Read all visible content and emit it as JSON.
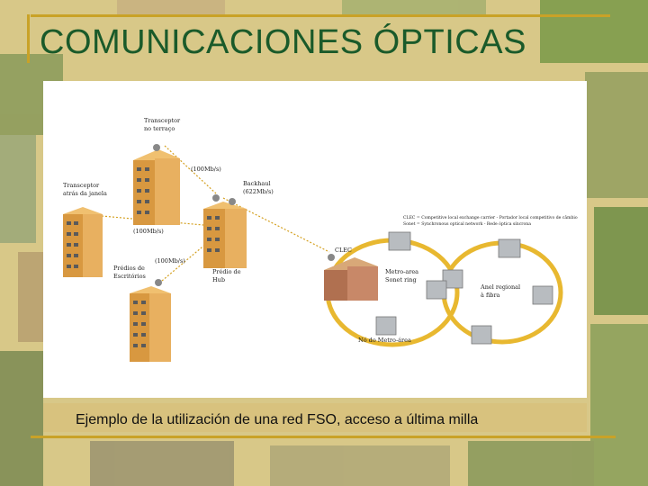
{
  "slide": {
    "title": "COMUNICACIONES ÓPTICAS",
    "caption": "Ejemplo de la utilización de una red FSO, acceso a última milla"
  },
  "diagram": {
    "labels": {
      "roof_transceiver_1": "Transceptor",
      "roof_transceiver_2": "no terraço",
      "window_transceiver_1": "Transceptor",
      "window_transceiver_2": "atrás da janela",
      "link_top": "(100Mb/s)",
      "link_left": "(100Mb/s)",
      "link_bottom": "(100Mb/s)",
      "backhaul_1": "Backhaul",
      "backhaul_2": "(622Mb/s)",
      "offices_1": "Prédios de",
      "offices_2": "Escritórios",
      "hub_1": "Prédio de",
      "hub_2": "Hub",
      "clec": "CLEC",
      "legend_1": "CLEC = Competitive local exchange carrier - Portador local competitivo de câmbio",
      "legend_2": "Sonet = Synchronous optical network - Rede óptica síncrona",
      "metro_1": "Metro-area",
      "metro_2": "Sonet ring",
      "regional_1": "Anel regional",
      "regional_2": "à fibra",
      "node": "Nó do Metro-área"
    }
  },
  "colors": {
    "title": "#1a5a2a",
    "frame": "#c9a227",
    "ring": "#e8b830",
    "building": "#e0a050"
  }
}
